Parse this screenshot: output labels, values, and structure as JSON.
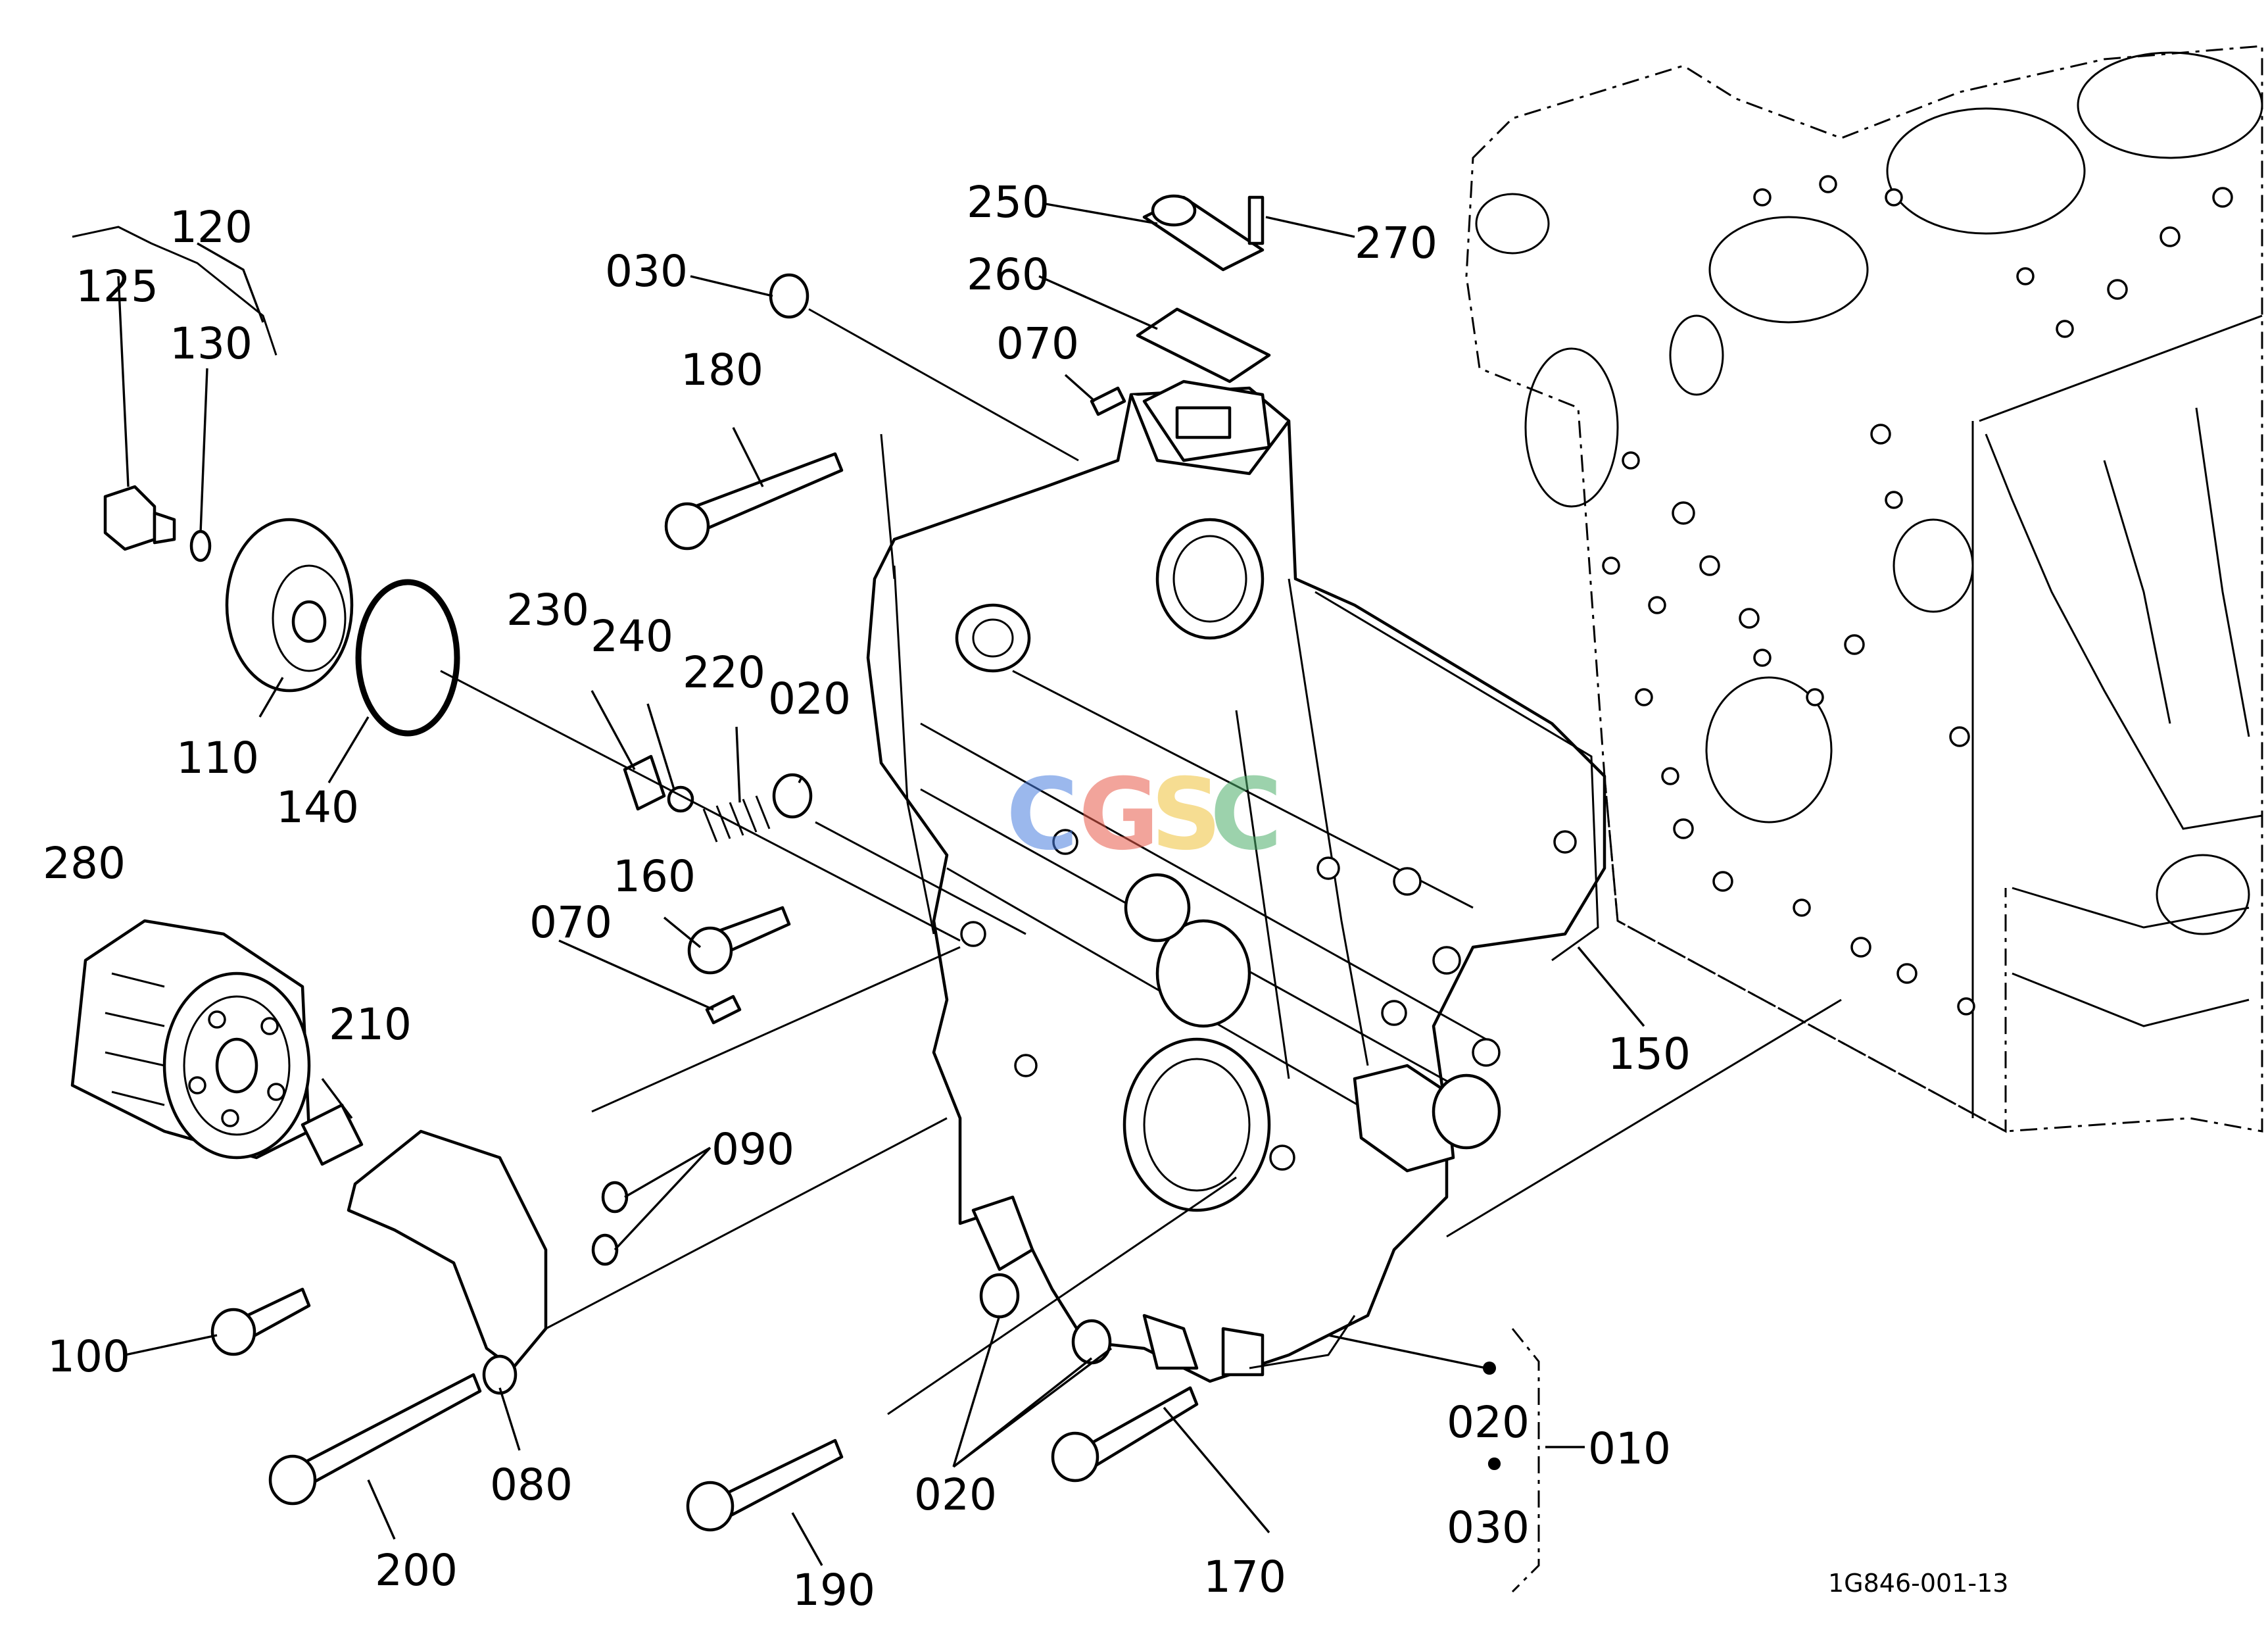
{
  "callouts": {
    "c120": "120",
    "c125": "125",
    "c130": "130",
    "c110": "110",
    "c140": "140",
    "c030_top": "030",
    "c180": "180",
    "c250": "250",
    "c260": "260",
    "c070_top": "070",
    "c270": "270",
    "c230": "230",
    "c240": "240",
    "c220": "220",
    "c020_mid": "020",
    "c160": "160",
    "c070_mid": "070",
    "c280": "280",
    "c210": "210",
    "c090": "090",
    "c150": "150",
    "c100": "100",
    "c080": "080",
    "c200": "200",
    "c190": "190",
    "c020_bottom": "020",
    "c170": "170",
    "c020_group": "020",
    "c030_group": "030",
    "c010": "010"
  },
  "group_dot": "•",
  "watermark": {
    "letters": [
      "C",
      "G",
      "S",
      "C"
    ],
    "colors": [
      "#4a7fe0",
      "#e85a4a",
      "#f0c23a",
      "#4cae6a"
    ]
  },
  "reference_code": "1G846-001-13"
}
